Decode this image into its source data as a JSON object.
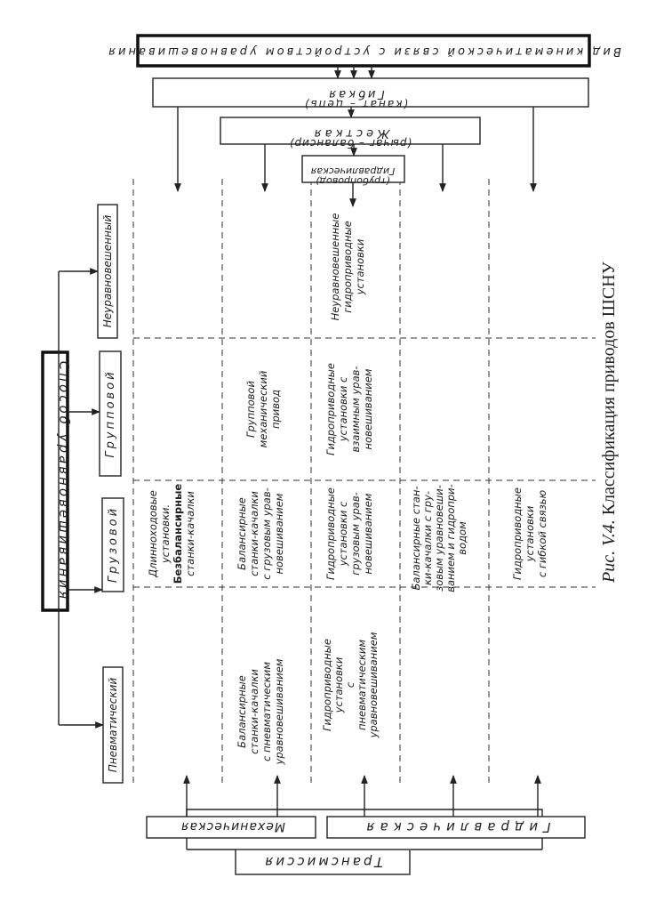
{
  "caption": {
    "label": "Рис. V.4.",
    "title": "Классификация приводов ШСНУ"
  },
  "balancing": {
    "title": "Способ уравновешивания",
    "types": [
      "Пневматический",
      "Грузовой",
      "Групповой",
      "Неуравновешенный"
    ]
  },
  "transmission": {
    "title": "Трансмиссия",
    "types": [
      "Механическая",
      "Гидравлическая"
    ]
  },
  "linkage": {
    "title": "Вид кинематической связи с устройством уравновешивания",
    "types": [
      {
        "name": "Гибкая",
        "detail": "(канат – цепь)"
      },
      {
        "name": "Жесткая",
        "detail": "(рычаг – балансир)"
      },
      {
        "name": "Гидравлическая",
        "detail": "(трубопровод)"
      }
    ]
  },
  "cells": {
    "r1c2": [
      "Длинноходовые",
      "установки.",
      "Безбалансирные",
      "станки-качалки"
    ],
    "r2c1": [
      "Балансирные",
      "станки-качалки",
      "с пневматическим",
      "уравновешиванием"
    ],
    "r2c2": [
      "Балансирные",
      "станки-качалки",
      "с грузовым урав-",
      "новешиванием"
    ],
    "r2c3": [
      "Групповой",
      "механический",
      "привод"
    ],
    "r3c1": [
      "Гидроприводные",
      "установки",
      "с",
      "пневматическим",
      "уравновешиванием"
    ],
    "r3c2": [
      "Гидроприводные",
      "установки с",
      "грузовым урав-",
      "новешиванием"
    ],
    "r3c3": [
      "Гидроприводные",
      "установки с",
      "взаимным урав-",
      "новешиванием"
    ],
    "r3c4": [
      "Неуравновешенные",
      "гидроприводные",
      "установки"
    ],
    "r4c2": [
      "Балансирные стан-",
      "ки-качалки с гру-",
      "зовым уравновеши-",
      "ванием и гидропри-",
      "водом"
    ],
    "r5c2": [
      "Гидроприводные",
      "установки",
      "с гибкой связью"
    ]
  }
}
